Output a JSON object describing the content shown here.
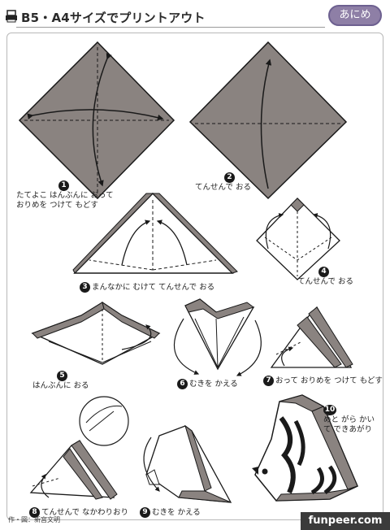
{
  "header": {
    "title": "B5・A4サイズでプリントアウト",
    "badge": "あにめ"
  },
  "steps": [
    {
      "number": "1",
      "text": "たてよこ はんぶんに おって おりめを つけて もどす"
    },
    {
      "number": "2",
      "text": "てんせんで おる"
    },
    {
      "number": "3",
      "text": "まんなかに むけて てんせんで おる"
    },
    {
      "number": "4",
      "text": "てんせんで おる"
    },
    {
      "number": "5",
      "text": "はんぶんに おる"
    },
    {
      "number": "6",
      "text": "むきを かえる"
    },
    {
      "number": "7",
      "text": "おって おりめを つけて もどす"
    },
    {
      "number": "8",
      "text": "てんせんで なかわりおり"
    },
    {
      "number": "9",
      "text": "むきを かえる"
    },
    {
      "number": "10",
      "text": "めと がら かいて できあがり"
    }
  ],
  "credit": "作・図：新宮文明",
  "watermark": "funpeer.com",
  "colors": {
    "paper_gray": "#8a8380",
    "paper_light": "#ffffff",
    "badge": "#8e7fa6",
    "line": "#1a1a1a"
  }
}
